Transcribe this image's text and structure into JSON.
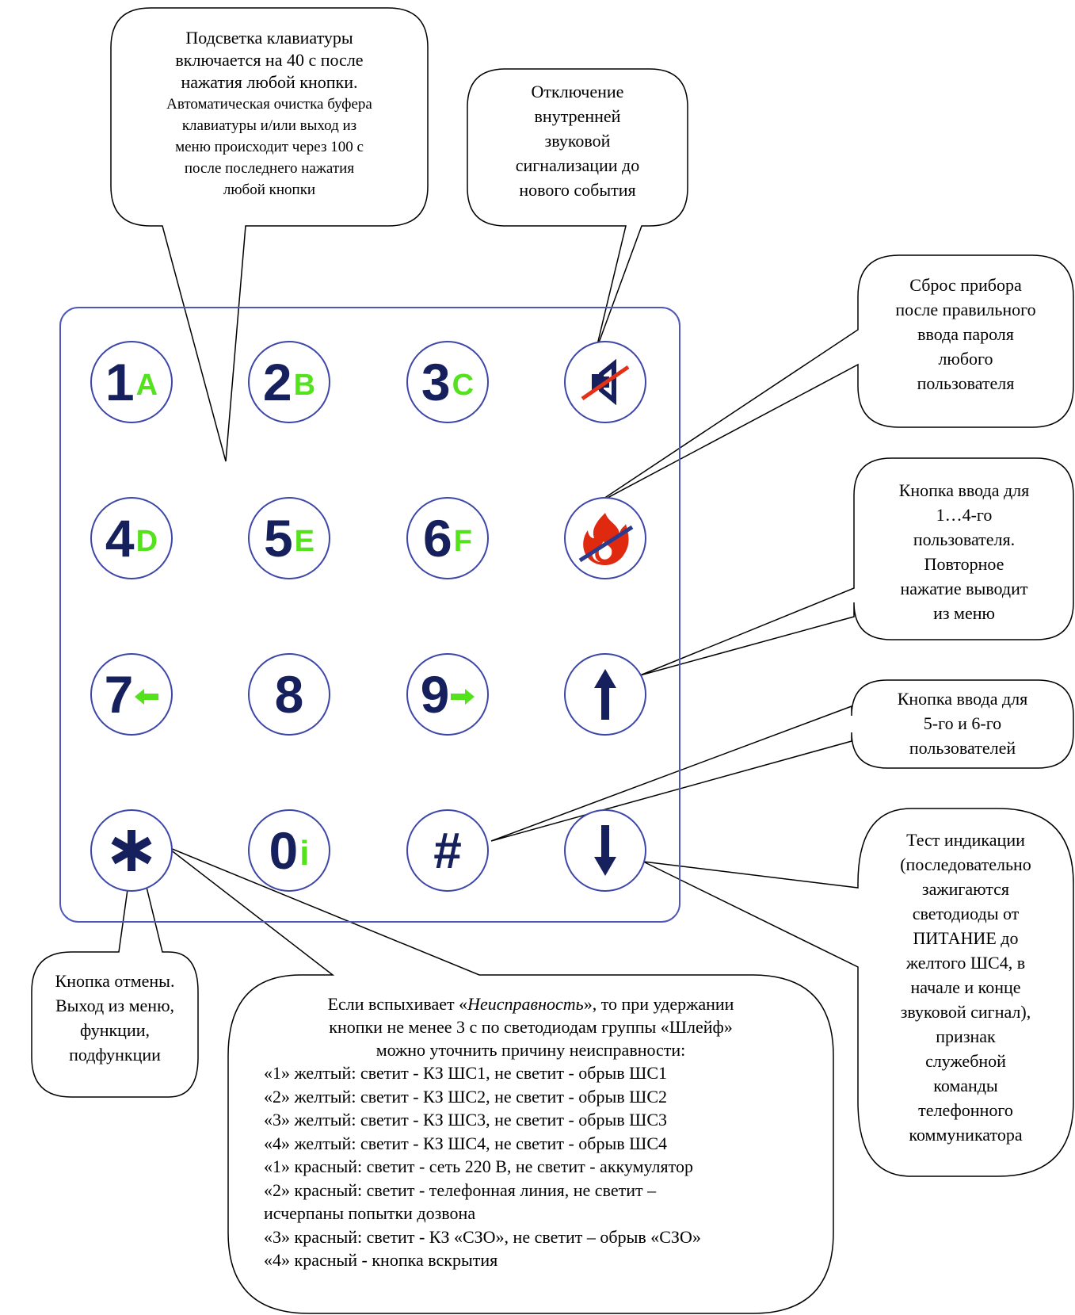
{
  "keys": [
    {
      "id": "1",
      "main": "1",
      "sub": "A"
    },
    {
      "id": "2",
      "main": "2",
      "sub": "B"
    },
    {
      "id": "3",
      "main": "3",
      "sub": "C"
    },
    {
      "id": "4",
      "main": "4",
      "sub": "D"
    },
    {
      "id": "5",
      "main": "5",
      "sub": "E"
    },
    {
      "id": "6",
      "main": "6",
      "sub": "F"
    },
    {
      "id": "7",
      "main": "7",
      "sub": ""
    },
    {
      "id": "8",
      "main": "8",
      "sub": ""
    },
    {
      "id": "9",
      "main": "9",
      "sub": ""
    },
    {
      "id": "0",
      "main": "0",
      "sub": "i"
    },
    {
      "id": "star",
      "main": "*",
      "sub": ""
    },
    {
      "id": "hash",
      "main": "#",
      "sub": ""
    },
    {
      "id": "mute",
      "icon": "speaker-muted-icon"
    },
    {
      "id": "fire",
      "icon": "fire-reset-icon"
    },
    {
      "id": "up",
      "icon": "arrow-up-icon"
    },
    {
      "id": "down",
      "icon": "arrow-down-icon"
    }
  ],
  "callouts": {
    "backlight": [
      "Подсветка клавиатуры",
      "включается на 40 с после",
      "нажатия любой кнопки.",
      "Автоматическая очистка буфера",
      "клавиатуры и/или выход из",
      "меню происходит через 100 с",
      "после последнего нажатия",
      "любой кнопки"
    ],
    "mute": [
      "Отключение",
      "внутренней",
      "звуковой",
      "сигнализации до",
      "нового события"
    ],
    "reset": [
      "Сброс прибора",
      "после правильного",
      "ввода пароля",
      "любого",
      "пользователя"
    ],
    "enter14": [
      "Кнопка ввода для",
      "1…4-го",
      "пользователя.",
      "Повторное",
      "нажатие выводит",
      "из меню"
    ],
    "enter56": [
      "Кнопка ввода для",
      "5-го и 6-го",
      "пользователей"
    ],
    "test": [
      "Тест индикации",
      "(последовательно",
      "зажигаются",
      "светодиоды от",
      "ПИТАНИЕ до",
      "желтого ШС4, в",
      "начале и конце",
      "звуковой сигнал),",
      "признак",
      "служебной",
      "команды",
      "телефонного",
      "коммуникатора"
    ],
    "cancel": [
      "Кнопка отмены.",
      "Выход из меню,",
      "функции,",
      "подфункции"
    ],
    "fault_intro": {
      "pre": "Если вспыхивает «",
      "emph": "Неисправность",
      "post": "», то при удержании",
      "line2": "кнопки не менее 3 с по светодиодам группы «Шлейф»",
      "line3": "можно уточнить причину неисправности:"
    },
    "fault_items": [
      "«1» желтый: светит - КЗ ШС1, не светит - обрыв ШС1",
      "«2» желтый: светит - КЗ ШС2, не светит - обрыв ШС2",
      "«3» желтый: светит - КЗ ШС3, не светит - обрыв ШС3",
      "«4» желтый: светит - КЗ ШС4, не светит - обрыв ШС4",
      "«1» красный: светит - сеть 220 В, не светит - аккумулятор",
      "«2» красный: светит - телефонная линия, не светит –",
      "исчерпаны попытки дозвона",
      "«3» красный: светит - КЗ «СЗО», не светит – обрыв «СЗО»",
      "«4» красный - кнопка вскрытия"
    ]
  },
  "colors": {
    "frame": "#4f58b8",
    "key_border": "#3d46a9",
    "digit": "#16205c",
    "letter": "#53e21c",
    "fire": "#e02a10",
    "mute_slash": "#e53018"
  }
}
